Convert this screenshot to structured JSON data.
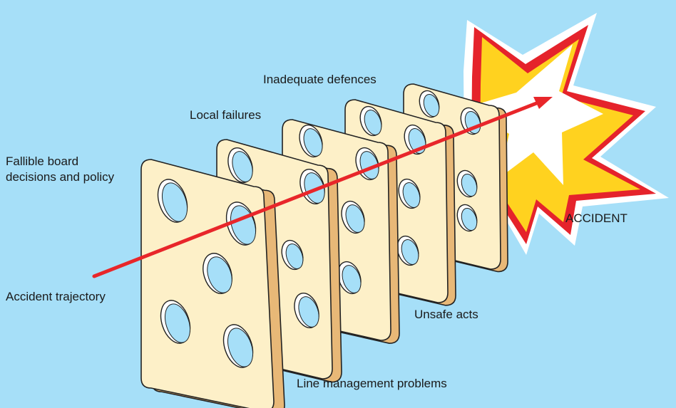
{
  "labels": {
    "fallible_line1": "Fallible board",
    "fallible_line2": "decisions and policy",
    "local_failures": "Local failures",
    "inadequate_defences": "Inadequate defences",
    "accident": "ACCIDENT",
    "accident_trajectory": "Accident trajectory",
    "unsafe_acts": "Unsafe acts",
    "line_management": "Line management problems"
  },
  "colors": {
    "background": "#a6dff8",
    "slice_face": "#fdf0c8",
    "slice_edge": "#e8b877",
    "trajectory": "#e8262a",
    "burst_yellow": "#ffd21f",
    "burst_red": "#e5232b"
  },
  "slices": [
    {
      "name": "slice-board-decisions"
    },
    {
      "name": "slice-line-management"
    },
    {
      "name": "slice-local-failures"
    },
    {
      "name": "slice-unsafe-acts"
    },
    {
      "name": "slice-inadequate-defences"
    }
  ]
}
